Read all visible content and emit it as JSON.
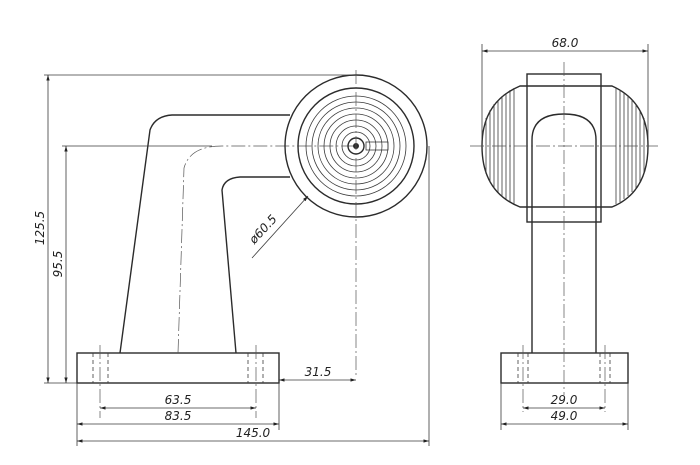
{
  "drawing": {
    "side_view": {
      "dimensions": {
        "total_height": "125.5",
        "lamp_center_height": "95.5",
        "lamp_diameter": "ø60.5",
        "base_overhang": "31.5",
        "hole_spacing": "63.5",
        "base_length": "83.5",
        "overall_length": "145.0"
      }
    },
    "front_view": {
      "dimensions": {
        "lamp_width": "68.0",
        "hole_spacing": "29.0",
        "base_width": "49.0"
      }
    }
  }
}
